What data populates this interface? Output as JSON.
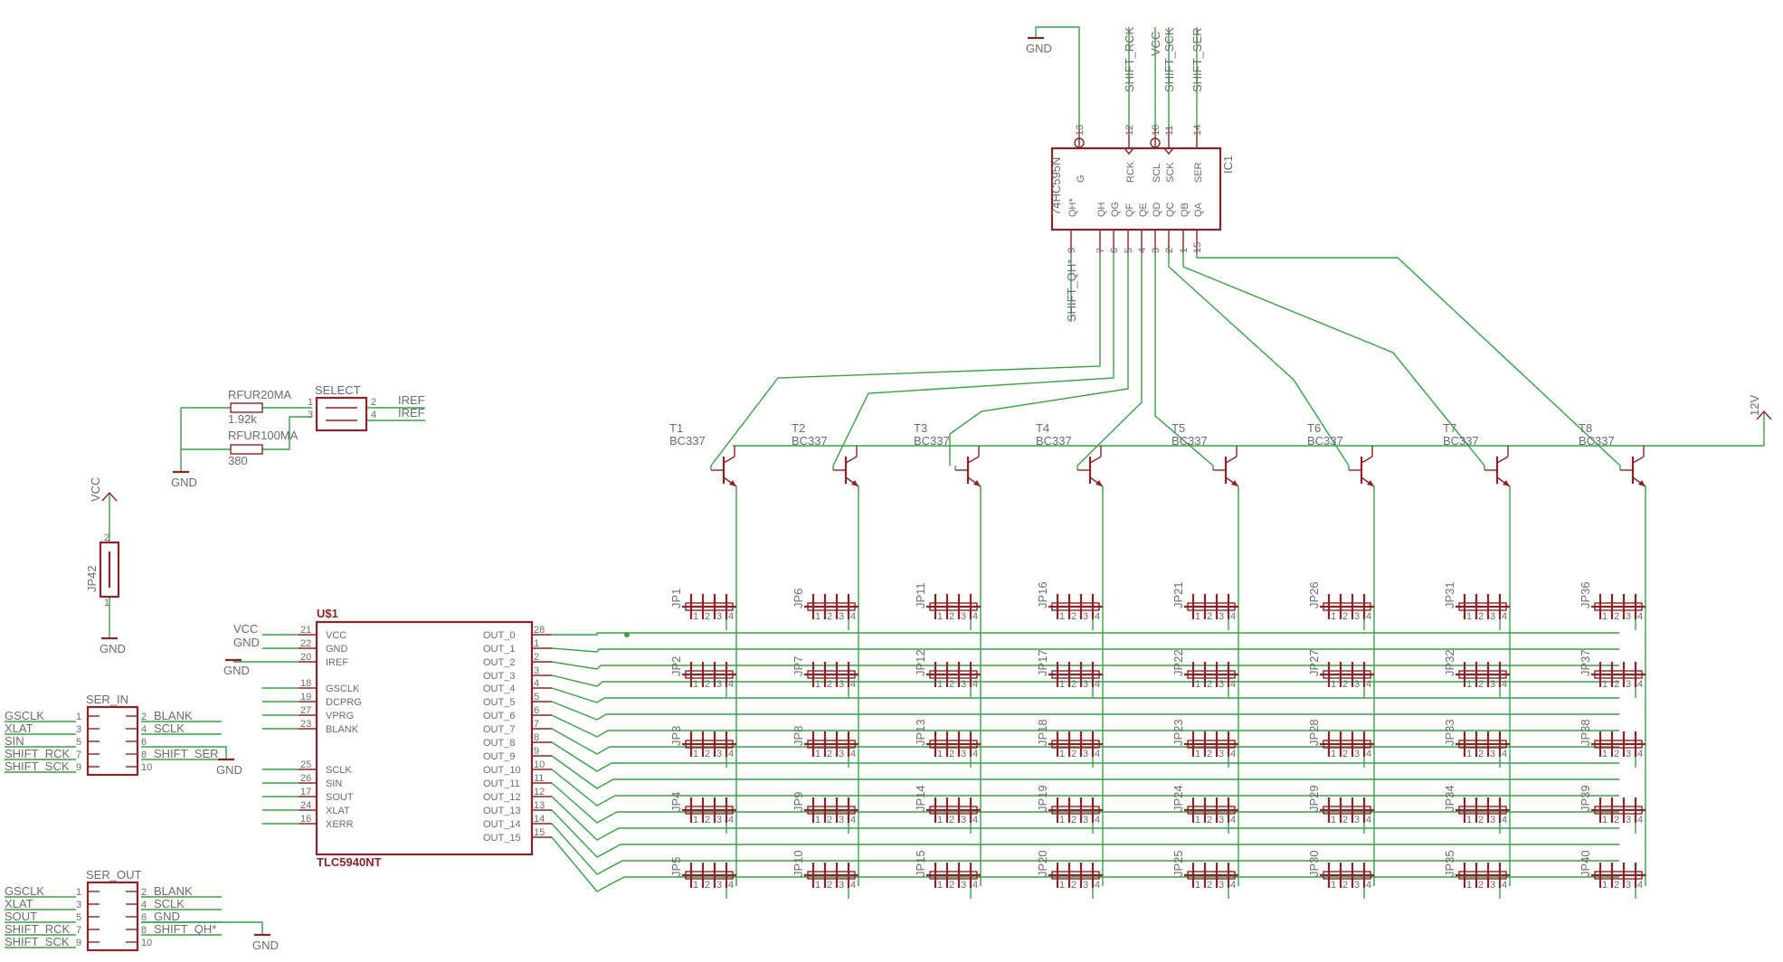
{
  "ic1": {
    "name": "IC1",
    "value": "74HC595N",
    "top_pins": [
      {
        "num": "13",
        "label": "G",
        "net": "GND"
      },
      {
        "num": "12",
        "label": "RCK",
        "net": "SHIFT_RCK"
      },
      {
        "num": "10",
        "label": "SCL",
        "net": "VCC"
      },
      {
        "num": "11",
        "label": "SCK",
        "net": "SHIFT_SCK"
      },
      {
        "num": "14",
        "label": "SER",
        "net": "SHIFT_SER"
      }
    ],
    "bottom_pins": [
      {
        "num": "9",
        "label": "QH*"
      },
      {
        "num": "7",
        "label": "QH"
      },
      {
        "num": "6",
        "label": "QG"
      },
      {
        "num": "5",
        "label": "QF"
      },
      {
        "num": "4",
        "label": "QE"
      },
      {
        "num": "3",
        "label": "QD"
      },
      {
        "num": "2",
        "label": "QC"
      },
      {
        "num": "1",
        "label": "QB"
      },
      {
        "num": "15",
        "label": "QA"
      }
    ],
    "qh_net": "SHIFT_QH*",
    "gnd_label": "GND"
  },
  "rail_12v": "12V",
  "transistors": [
    {
      "name": "T1",
      "value": "BC337"
    },
    {
      "name": "T2",
      "value": "BC337"
    },
    {
      "name": "T3",
      "value": "BC337"
    },
    {
      "name": "T4",
      "value": "BC337"
    },
    {
      "name": "T5",
      "value": "BC337"
    },
    {
      "name": "T6",
      "value": "BC337"
    },
    {
      "name": "T7",
      "value": "BC337"
    },
    {
      "name": "T8",
      "value": "BC337"
    }
  ],
  "jumper_grid": [
    [
      "JP1",
      "JP6",
      "JP11",
      "JP16",
      "JP21",
      "JP26",
      "JP31",
      "JP36"
    ],
    [
      "JP2",
      "JP7",
      "JP12",
      "JP17",
      "JP22",
      "JP27",
      "JP32",
      "JP37"
    ],
    [
      "JP3",
      "JP8",
      "JP13",
      "JP18",
      "JP23",
      "JP28",
      "JP33",
      "JP38"
    ],
    [
      "JP4",
      "JP9",
      "JP14",
      "JP19",
      "JP24",
      "JP29",
      "JP34",
      "JP39"
    ],
    [
      "JP5",
      "JP10",
      "JP15",
      "JP20",
      "JP25",
      "JP30",
      "JP35",
      "JP40"
    ]
  ],
  "jumper_pins": [
    "1",
    "2",
    "3",
    "4"
  ],
  "u1": {
    "name": "U$1",
    "value": "TLC5940NT",
    "left_pins": [
      {
        "num": "21",
        "label": "VCC",
        "net": "VCC"
      },
      {
        "num": "22",
        "label": "GND",
        "net": "GND"
      },
      {
        "num": "20",
        "label": "IREF",
        "net": ""
      },
      {
        "num": "18",
        "label": "GSCLK",
        "net": ""
      },
      {
        "num": "19",
        "label": "DCPRG",
        "net": ""
      },
      {
        "num": "27",
        "label": "VPRG",
        "net": ""
      },
      {
        "num": "23",
        "label": "BLANK",
        "net": ""
      },
      {
        "num": "25",
        "label": "SCLK",
        "net": ""
      },
      {
        "num": "26",
        "label": "SIN",
        "net": ""
      },
      {
        "num": "17",
        "label": "SOUT",
        "net": ""
      },
      {
        "num": "24",
        "label": "XLAT",
        "net": ""
      },
      {
        "num": "16",
        "label": "XERR",
        "net": ""
      }
    ],
    "right_pins": [
      {
        "num": "28",
        "label": "OUT_0"
      },
      {
        "num": "1",
        "label": "OUT_1"
      },
      {
        "num": "2",
        "label": "OUT_2"
      },
      {
        "num": "3",
        "label": "OUT_3"
      },
      {
        "num": "4",
        "label": "OUT_4"
      },
      {
        "num": "5",
        "label": "OUT_5"
      },
      {
        "num": "6",
        "label": "OUT_6"
      },
      {
        "num": "7",
        "label": "OUT_7"
      },
      {
        "num": "8",
        "label": "OUT_8"
      },
      {
        "num": "9",
        "label": "OUT_9"
      },
      {
        "num": "10",
        "label": "OUT_10"
      },
      {
        "num": "11",
        "label": "OUT_11"
      },
      {
        "num": "12",
        "label": "OUT_12"
      },
      {
        "num": "13",
        "label": "OUT_13"
      },
      {
        "num": "14",
        "label": "OUT_14"
      },
      {
        "num": "15",
        "label": "OUT_15"
      }
    ],
    "gnd_label": "GND"
  },
  "select": {
    "name": "SELECT",
    "r1_name": "RFUR20MA",
    "r1_value": "1.92k",
    "r2_name": "RFUR100MA",
    "r2_value": "380",
    "pins": [
      "1",
      "2",
      "3",
      "4"
    ],
    "iref1": "IREF",
    "iref2": "IREF",
    "gnd_label": "GND"
  },
  "jp42": {
    "name": "JP42",
    "pin_top": "2",
    "pin_bottom": "1",
    "vcc": "VCC",
    "gnd": "GND"
  },
  "ser_in": {
    "name": "SER_IN",
    "left": [
      {
        "net": "GSCLK",
        "num": "1"
      },
      {
        "net": "XLAT",
        "num": "3"
      },
      {
        "net": "SIN",
        "num": "5"
      },
      {
        "net": "SHIFT_RCK",
        "num": "7"
      },
      {
        "net": "SHIFT_SCK",
        "num": "9"
      }
    ],
    "right": [
      {
        "num": "2",
        "net": "BLANK"
      },
      {
        "num": "4",
        "net": "SCLK"
      },
      {
        "num": "6",
        "net": ""
      },
      {
        "num": "8",
        "net": "SHIFT_SER"
      },
      {
        "num": "10",
        "net": ""
      }
    ],
    "gnd_label": "GND"
  },
  "ser_out": {
    "name": "SER_OUT",
    "left": [
      {
        "net": "GSCLK",
        "num": "1"
      },
      {
        "net": "XLAT",
        "num": "3"
      },
      {
        "net": "SOUT",
        "num": "5"
      },
      {
        "net": "SHIFT_RCK",
        "num": "7"
      },
      {
        "net": "SHIFT_SCK",
        "num": "9"
      }
    ],
    "right": [
      {
        "num": "2",
        "net": "BLANK"
      },
      {
        "num": "4",
        "net": "SCLK"
      },
      {
        "num": "6",
        "net": "GND"
      },
      {
        "num": "8",
        "net": "SHIFT_QH*"
      },
      {
        "num": "10",
        "net": ""
      }
    ],
    "gnd_label": "GND"
  },
  "colors": {
    "wire": "#3aa046",
    "part": "#8b2328",
    "text": "#6b6b6b"
  }
}
